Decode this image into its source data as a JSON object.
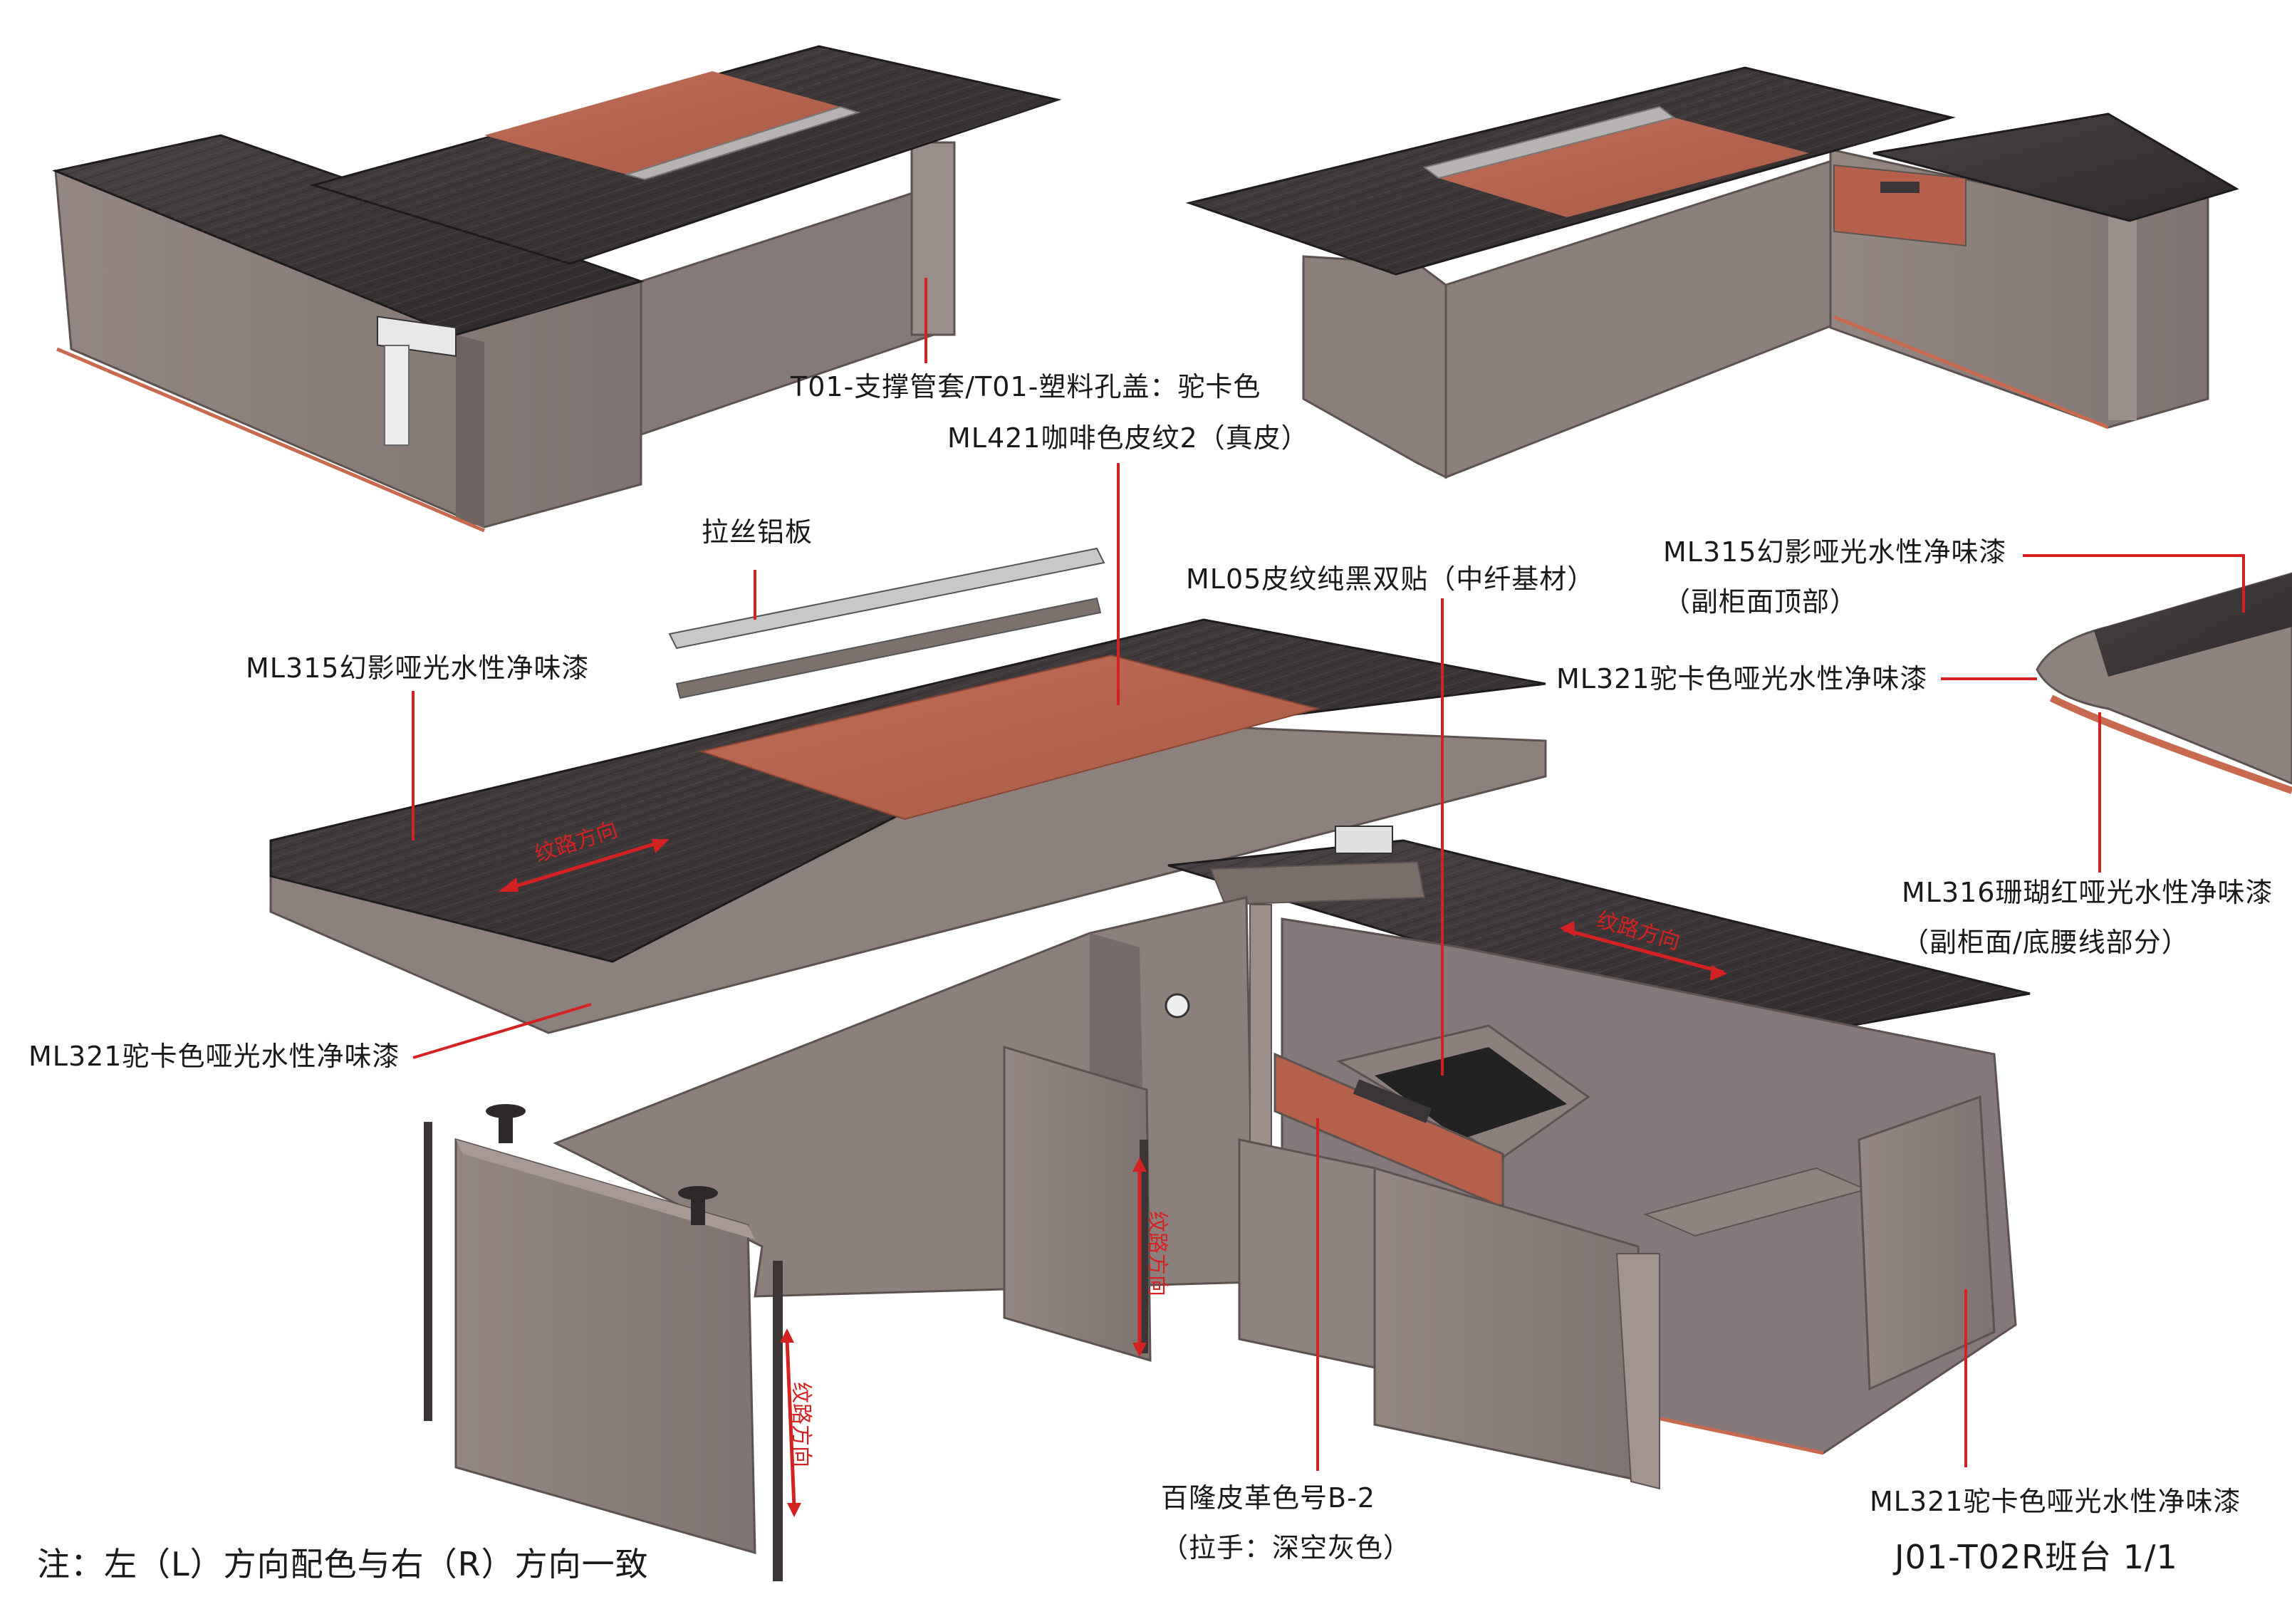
{
  "labels": {
    "support_tube": "T01-支撑管套/T01-塑料孔盖：驼卡色",
    "leather_pad": "ML421咖啡色皮纹2（真皮）",
    "aluminum": "拉丝铝板",
    "ml05": "ML05皮纹纯黑双贴（中纤基材）",
    "ml315_side_line1": "ML315幻影哑光水性净味漆",
    "ml315_side_line2": "（副柜面顶部）",
    "ml321_side": "ML321驼卡色哑光水性净味漆",
    "ml315_main": "ML315幻影哑光水性净味漆",
    "ml316_line1": "ML316珊瑚红哑光水性净味漆",
    "ml316_line2": "（副柜面/底腰线部分）",
    "ml321_left": "ML321驼卡色哑光水性净味漆",
    "handle_line1": "百隆皮革色号B-2",
    "handle_line2": "（拉手：深空灰色）",
    "ml321_bottom": "ML321驼卡色哑光水性净味漆",
    "note": "注：左（L）方向配色与右（R）方向一致",
    "drawing_id": "J01-T02R班台  1/1"
  },
  "grain_labels": {
    "top_left": "纹路方向",
    "top_right": "纹路方向",
    "door_center": "纹路方向",
    "panel_left": "纹路方向"
  },
  "colors": {
    "callout_line": "#d42222",
    "top_dark": "#3a3536",
    "body_taupe": "#8c807c",
    "leather": "#b5614a",
    "coral_trim": "#c86a4e"
  }
}
